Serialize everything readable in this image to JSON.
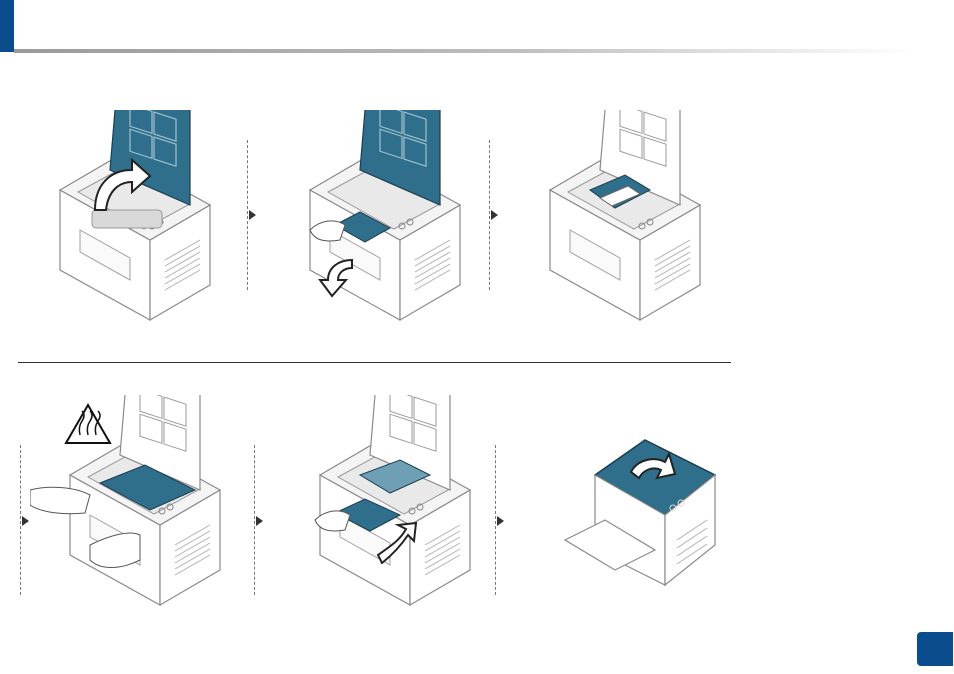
{
  "page": {
    "number": ""
  },
  "colors": {
    "accent": "#0b4d8c",
    "cover_teal": "#2f6f8b",
    "cover_teal_light": "#6f9fb4",
    "outline": "#8a8a8a"
  },
  "steps": [
    {
      "id": 1,
      "icon": "open-cover-arrow-icon"
    },
    {
      "id": 2,
      "icon": "remove-toner-arrow-icon"
    },
    {
      "id": 3,
      "icon": "paper-jam-inside-icon"
    },
    {
      "id": 4,
      "icon": "hot-surface-warning-icon"
    },
    {
      "id": 5,
      "icon": "insert-toner-arrow-icon"
    },
    {
      "id": 6,
      "icon": "close-cover-arrow-icon"
    }
  ]
}
